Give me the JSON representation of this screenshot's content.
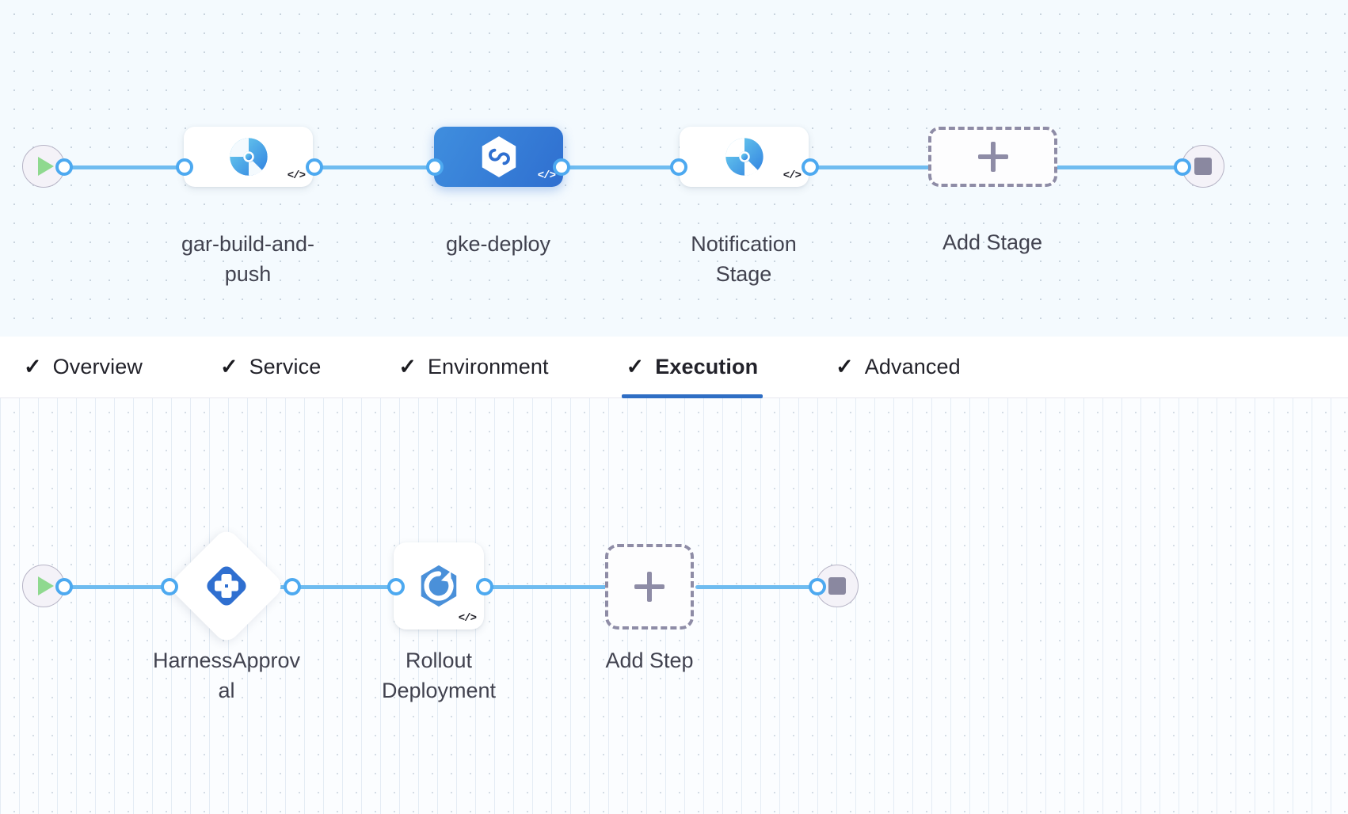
{
  "pipeline": {
    "stage_graph": {
      "start_icon": "play-icon",
      "end_icon": "stop-icon",
      "nodes": [
        {
          "id": "gar-build-and-push",
          "label": "gar-build-and-\npush",
          "icon": "custom-stage-icon",
          "selected": false,
          "has_code_badge": true
        },
        {
          "id": "gke-deploy",
          "label": "gke-deploy",
          "icon": "harness-hexagon-icon",
          "selected": true,
          "has_code_badge": true
        },
        {
          "id": "notification-stage",
          "label": "Notification\nStage",
          "icon": "custom-stage-icon",
          "selected": false,
          "has_code_badge": true
        }
      ],
      "add_node": {
        "label": "Add Stage",
        "icon": "plus-icon"
      }
    },
    "tabs": [
      {
        "id": "overview",
        "label": "Overview",
        "check": "✓",
        "active": false
      },
      {
        "id": "service",
        "label": "Service",
        "check": "✓",
        "active": false
      },
      {
        "id": "environment",
        "label": "Environment",
        "check": "✓",
        "active": false
      },
      {
        "id": "execution",
        "label": "Execution",
        "check": "✓",
        "active": true
      },
      {
        "id": "advanced",
        "label": "Advanced",
        "check": "✓",
        "active": false
      }
    ],
    "execution_graph": {
      "start_icon": "play-icon",
      "end_icon": "stop-icon",
      "nodes": [
        {
          "id": "harness-approval",
          "label": "HarnessApprov\nal",
          "icon": "harness-approval-icon",
          "shape": "diamond",
          "has_code_badge": false
        },
        {
          "id": "rollout-deployment",
          "label": "Rollout\nDeployment",
          "icon": "k8s-rollout-icon",
          "shape": "card",
          "has_code_badge": true
        }
      ],
      "add_node": {
        "label": "Add Step",
        "icon": "plus-icon"
      }
    }
  },
  "colors": {
    "edge": "#6fbcf0",
    "port_border": "#4da9f0",
    "selected_node": "#2f6fd0",
    "active_tab_underline": "#2f6ec4",
    "stage_canvas_bg": "#f4fafe",
    "exec_canvas_bg": "#fbfdff",
    "label_text": "#41424f",
    "dashed_border": "#8e8ca6",
    "play_green": "#8fd98f",
    "stop_grey": "#8a88a0"
  }
}
